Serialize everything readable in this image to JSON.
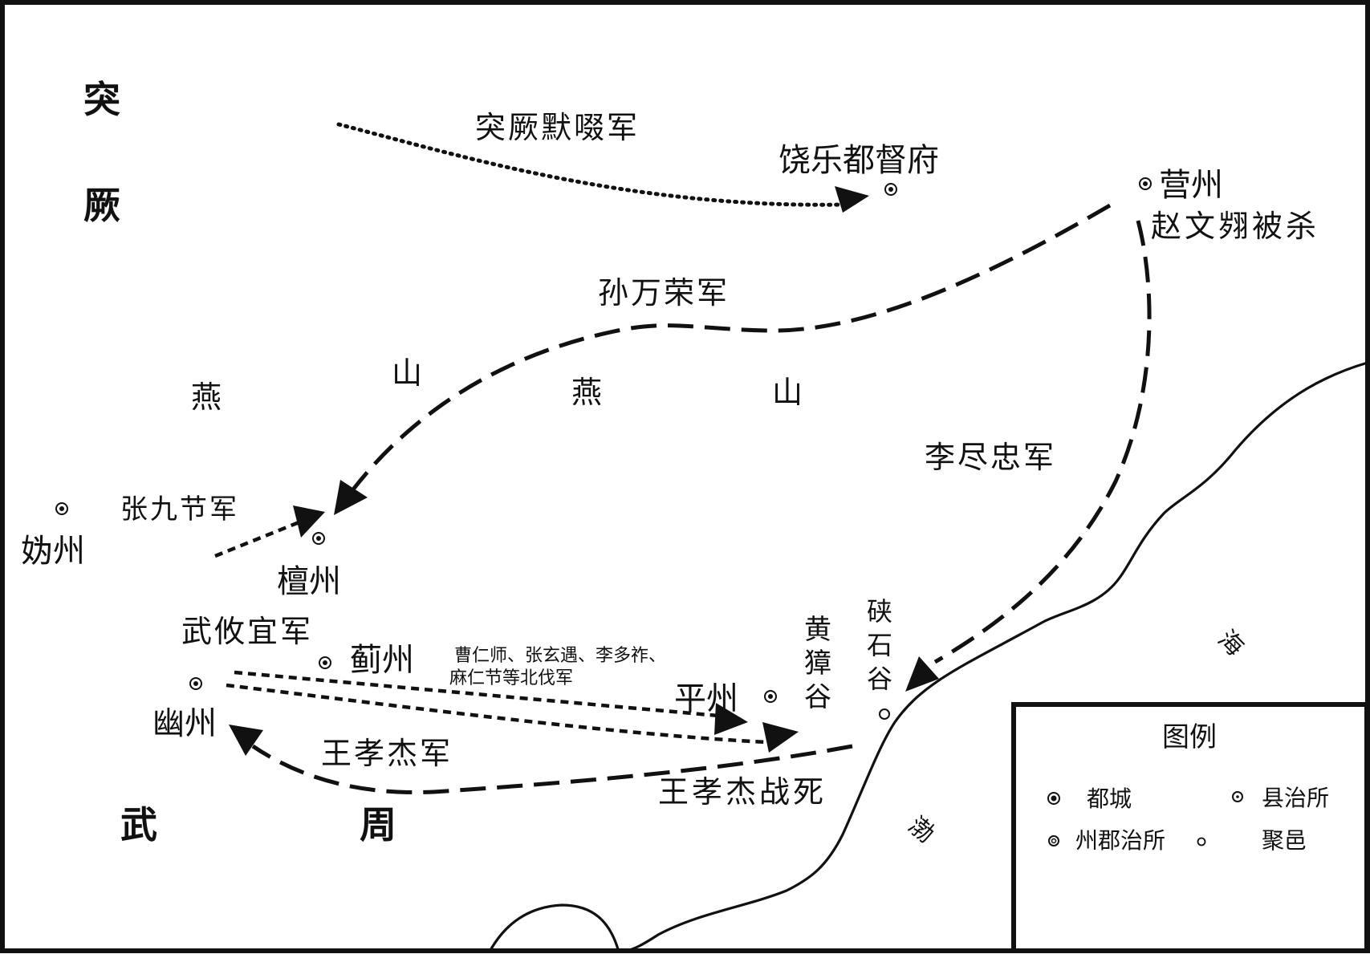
{
  "regions": {
    "tujue_1": "突",
    "tujue_2": "厥",
    "wuzhou_1": "武",
    "wuzhou_2": "周"
  },
  "mountains": {
    "yan_1": "燕",
    "shan_1": "山",
    "yan_2": "燕",
    "shan_2": "山"
  },
  "sea": {
    "hai": "海",
    "bo": "渤"
  },
  "places": {
    "raole": "饶乐都督府",
    "yingzhou": "营州",
    "guizhou": "妫州",
    "tanzhou": "檀州",
    "jizhou": "蓟州",
    "youzhou": "幽州",
    "pingzhou": "平州",
    "huangzhang": [
      "黄",
      "獐",
      "谷"
    ],
    "xiashi": [
      "硖",
      "石",
      "谷"
    ]
  },
  "events": {
    "zhao_killed": "赵文翙被杀",
    "wang_died": "王孝杰战死"
  },
  "armies": {
    "tujue": "突厥默啜军",
    "sun": "孙万荣军",
    "li": "李尽忠军",
    "zhang": "张九节军",
    "wuyou": "武攸宜军",
    "cao_line1": "曹仁师、张玄遇、李多祚、",
    "cao_line2": "麻仁节等北伐军",
    "wang": "王孝杰军"
  },
  "legend": {
    "title": "图例",
    "capital": "都城",
    "county": "县治所",
    "prefecture": "州郡治所",
    "settlement": "聚邑"
  }
}
